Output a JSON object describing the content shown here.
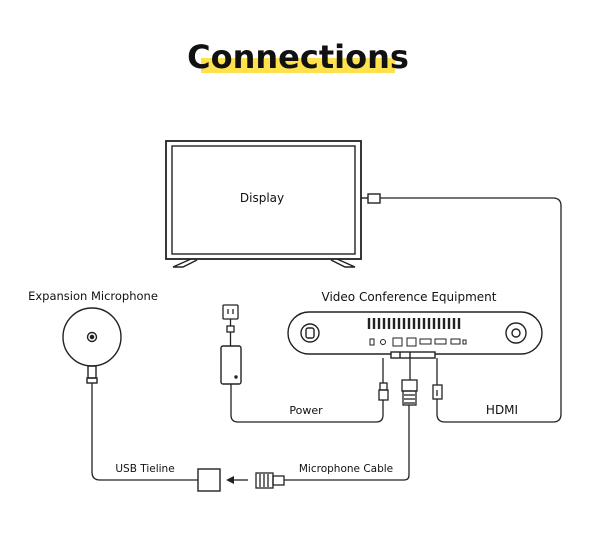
{
  "title": "Connections",
  "accent_color": "#FFE14D",
  "labels": {
    "display": "Display",
    "expansion_microphone": "Expansion Microphone",
    "video_conference_equipment": "Video Conference Equipment",
    "power": "Power",
    "hdmi": "HDMI",
    "usb_tieline": "USB Tieline",
    "microphone_cable": "Microphone Cable"
  },
  "icons": {
    "display": "tv-display-icon",
    "microphone": "expansion-microphone-icon",
    "equipment": "video-bar-icon",
    "power_adapter": "power-adapter-icon",
    "wall_outlet": "wall-outlet-icon",
    "usb_hub": "usb-tieline-box-icon"
  }
}
